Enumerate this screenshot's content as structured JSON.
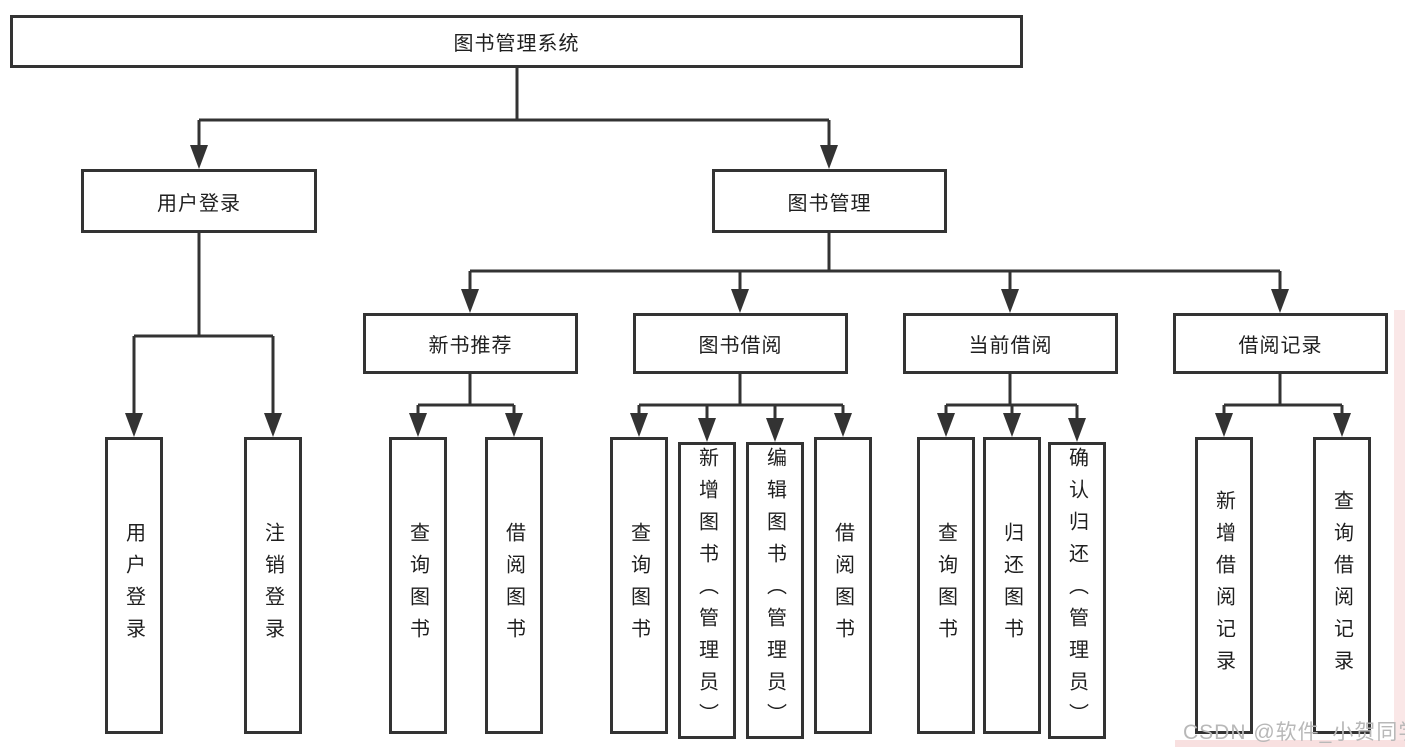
{
  "diagram": {
    "type": "tree",
    "root": {
      "label": "图书管理系统",
      "children": [
        {
          "label": "用户登录",
          "children": [
            {
              "label": "用户登录"
            },
            {
              "label": "注销登录"
            }
          ]
        },
        {
          "label": "图书管理",
          "children": [
            {
              "label": "新书推荐",
              "children": [
                {
                  "label": "查询图书"
                },
                {
                  "label": "借阅图书"
                }
              ]
            },
            {
              "label": "图书借阅",
              "children": [
                {
                  "label": "查询图书"
                },
                {
                  "label": "新增图书（管理员）"
                },
                {
                  "label": "编辑图书（管理员）"
                },
                {
                  "label": "借阅图书"
                }
              ]
            },
            {
              "label": "当前借阅",
              "children": [
                {
                  "label": "查询图书"
                },
                {
                  "label": "归还图书"
                },
                {
                  "label": "确认归还（管理员）"
                }
              ]
            },
            {
              "label": "借阅记录",
              "children": [
                {
                  "label": "新增借阅记录"
                },
                {
                  "label": "查询借阅记录"
                }
              ]
            }
          ]
        }
      ]
    }
  },
  "watermark": {
    "text": "CSDN @软件_小贺同学",
    "color": "#b8b8b8"
  },
  "colors": {
    "line": "#333333",
    "box_border": "#333333",
    "text": "#1f1f1f",
    "background": "#ffffff",
    "watermark_tint": "#f8e0e0"
  }
}
